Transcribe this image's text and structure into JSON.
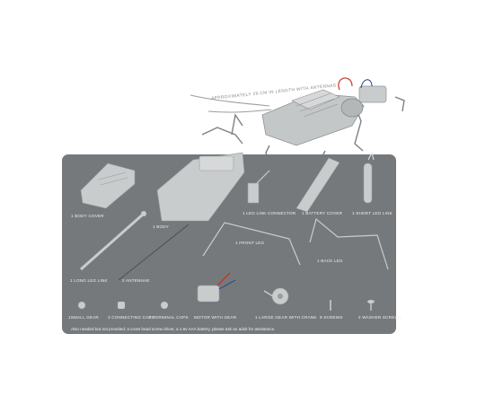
{
  "image": {
    "headline": "APPROXIMATELY 29 CM IN LENGTH WITH ANTENNAS"
  },
  "parts": {
    "body_cover": "1 BODY COVER",
    "body": "1 BODY",
    "leg_link_connector": "1 LEG LINK CONNECTOR",
    "battery_cover": "1 BATTERY COVER",
    "short_leg_link": "1 SHORT LEG LINK",
    "front_leg": "1 FRONT LEG",
    "back_leg": "1 BACK LEG",
    "long_leg_link": "1 LONG LEG LINK",
    "antennae": "2 ANTENNAE",
    "small_gear": "1SMALL GEAR",
    "connecting_caps": "3 CONNECTING CAPS",
    "terminal_caps": "2 TERMINAL CAPS",
    "motor_with_gear": "MOTOR WITH GEAR",
    "large_gear_with_crank": "1 LARGE GEAR WITH CRANK",
    "screws": "9 SCREWS",
    "washer_screws": "2 WASHER SCREWS"
  },
  "footer_note": "Also needed but not provided: a cross head screw driver, a 1.5v AAA battery, please ask an adult for assistance.",
  "colors": {
    "panel": "#76797b",
    "part": "#c9cccd",
    "label": "#eef0f0",
    "wire_red": "#c0392b"
  }
}
